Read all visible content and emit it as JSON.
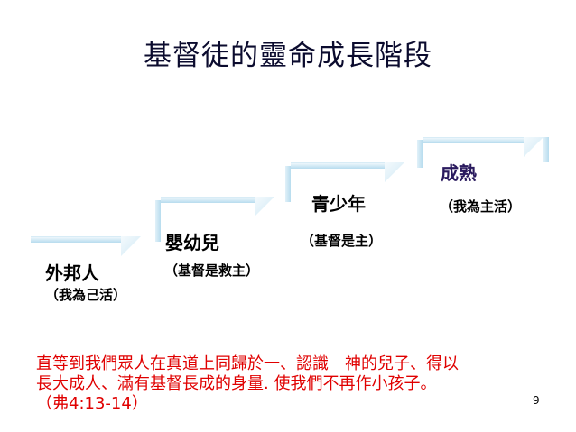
{
  "slide": {
    "title": "基督徒的靈命成長階段",
    "stages": [
      {
        "name": "外邦人",
        "note": "（我為己活）"
      },
      {
        "name": "嬰幼兒",
        "note": "（基督是救主）"
      },
      {
        "name": "青少年",
        "note": "（基督是主）"
      },
      {
        "name": "成熟",
        "note": "（我為主活）"
      }
    ],
    "verse": {
      "line1": "直等到我們眾人在真道上同歸於一、認識　神的兒子、得以",
      "line2": "長大成人、滿有基督長成的身量.  使我們不再作小孩子。",
      "line3": "（弗4:13-14）"
    },
    "page_number": "9"
  }
}
